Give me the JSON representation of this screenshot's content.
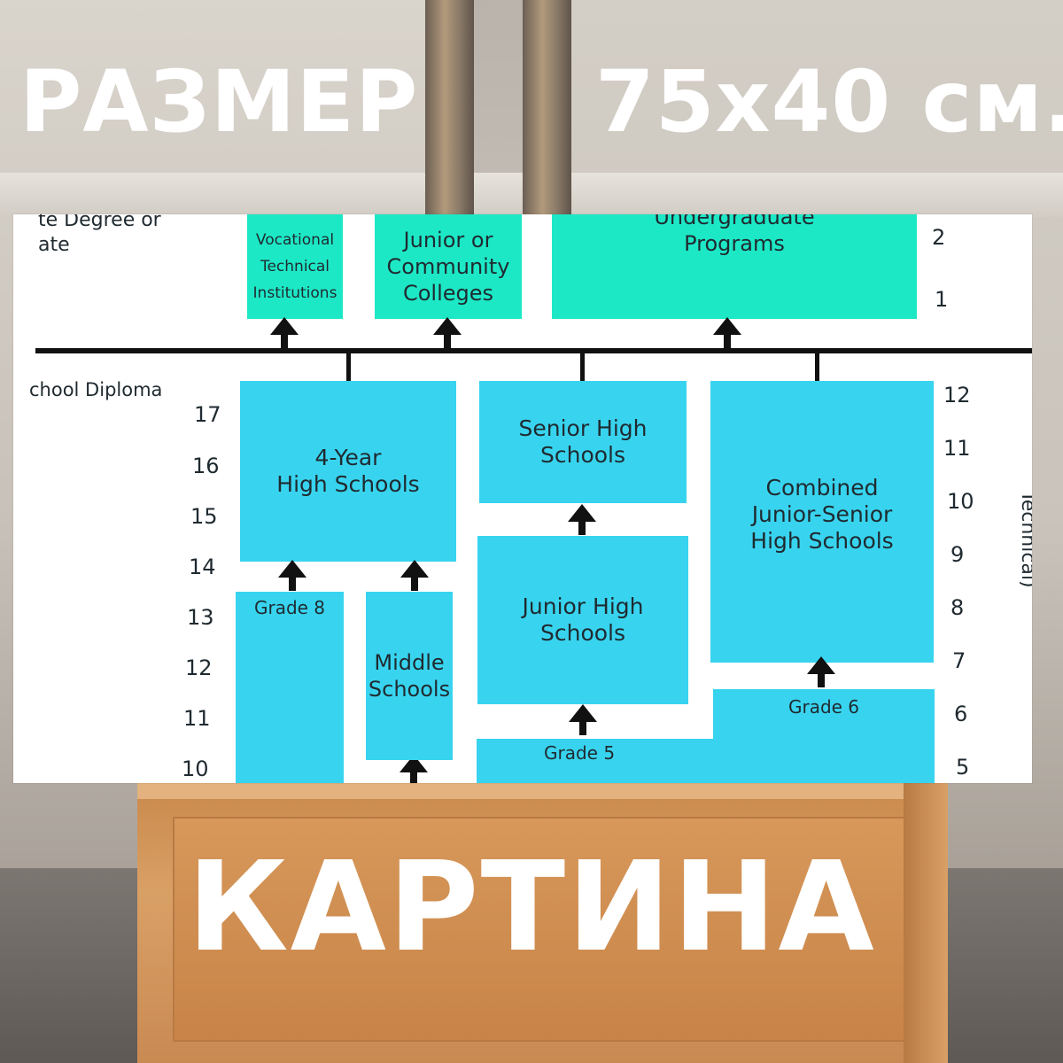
{
  "ad": {
    "size_label": "РАЗМЕР",
    "size_value": "75x40 см.",
    "product": "КАРТИНА"
  },
  "diagram": {
    "top_left_line1": "te Degree or",
    "top_left_line2": "ate",
    "diploma_label": "chool Diploma",
    "vocational": "Vocational\nTechnical\nInstitutions",
    "junior_college": "Junior or\nCommunity\nColleges",
    "undergrad": "Undergraduate\nPrograms",
    "four_year": "4-Year\nHigh Schools",
    "senior_high": "Senior High\nSchools",
    "combined": "Combined\nJunior-Senior\nHigh Schools",
    "grade8": "Grade 8",
    "middle": "Middle\nSchools",
    "junior_high": "Junior High\nSchools",
    "grade5": "Grade 5",
    "grade6": "Grade 6",
    "technical": "Technical)",
    "left_ages": [
      "17",
      "16",
      "15",
      "14",
      "13",
      "12",
      "11",
      "10"
    ],
    "right_top_grades": [
      "2",
      "1"
    ],
    "right_grades": [
      "12",
      "11",
      "10",
      "9",
      "8",
      "7",
      "6",
      "5"
    ]
  }
}
